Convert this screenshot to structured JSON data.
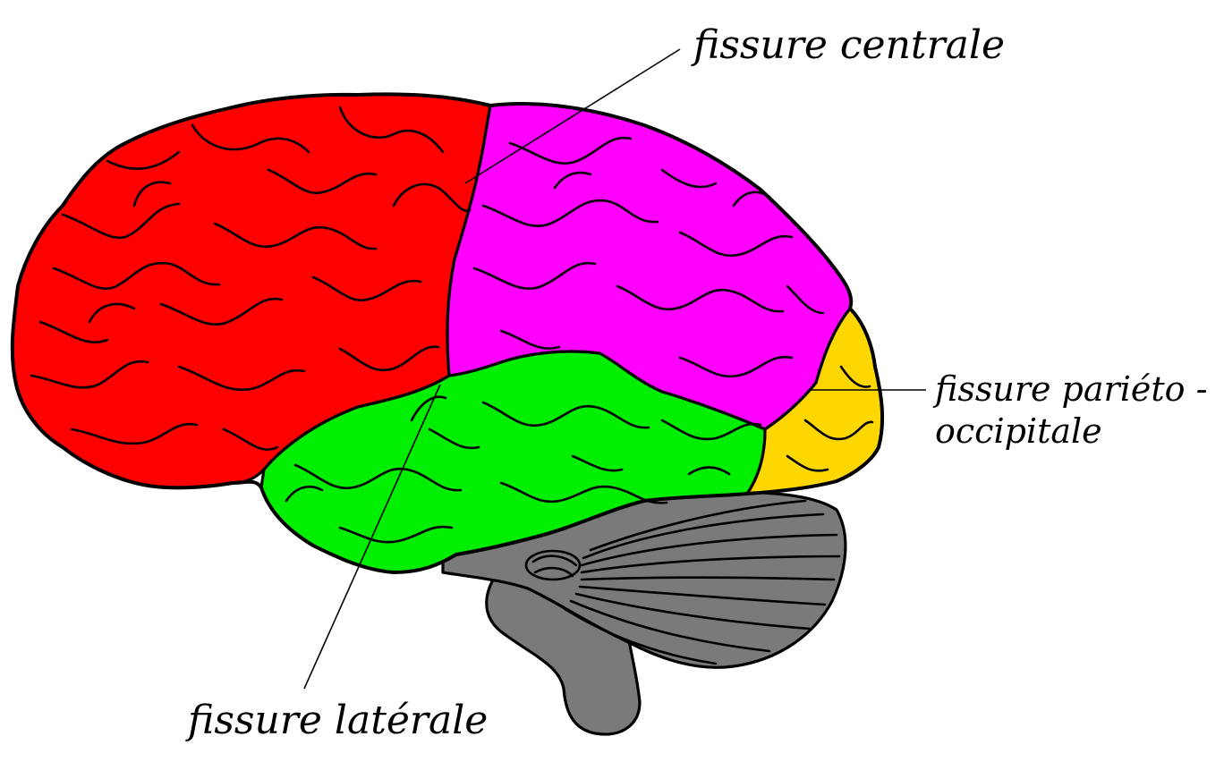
{
  "labels": {
    "central_fissure": "fissure centrale",
    "parieto_occipital_line1": "fissure pariéto -",
    "parieto_occipital_line2": "occipitale",
    "lateral_fissure": "fissure latérale"
  },
  "colors": {
    "frontal": "#ff0000",
    "parietal": "#ff00ff",
    "temporal": "#00ee00",
    "occipital": "#ffd700",
    "cerebellum": "#7a7a7a",
    "brainstem": "#7a7a7a"
  }
}
